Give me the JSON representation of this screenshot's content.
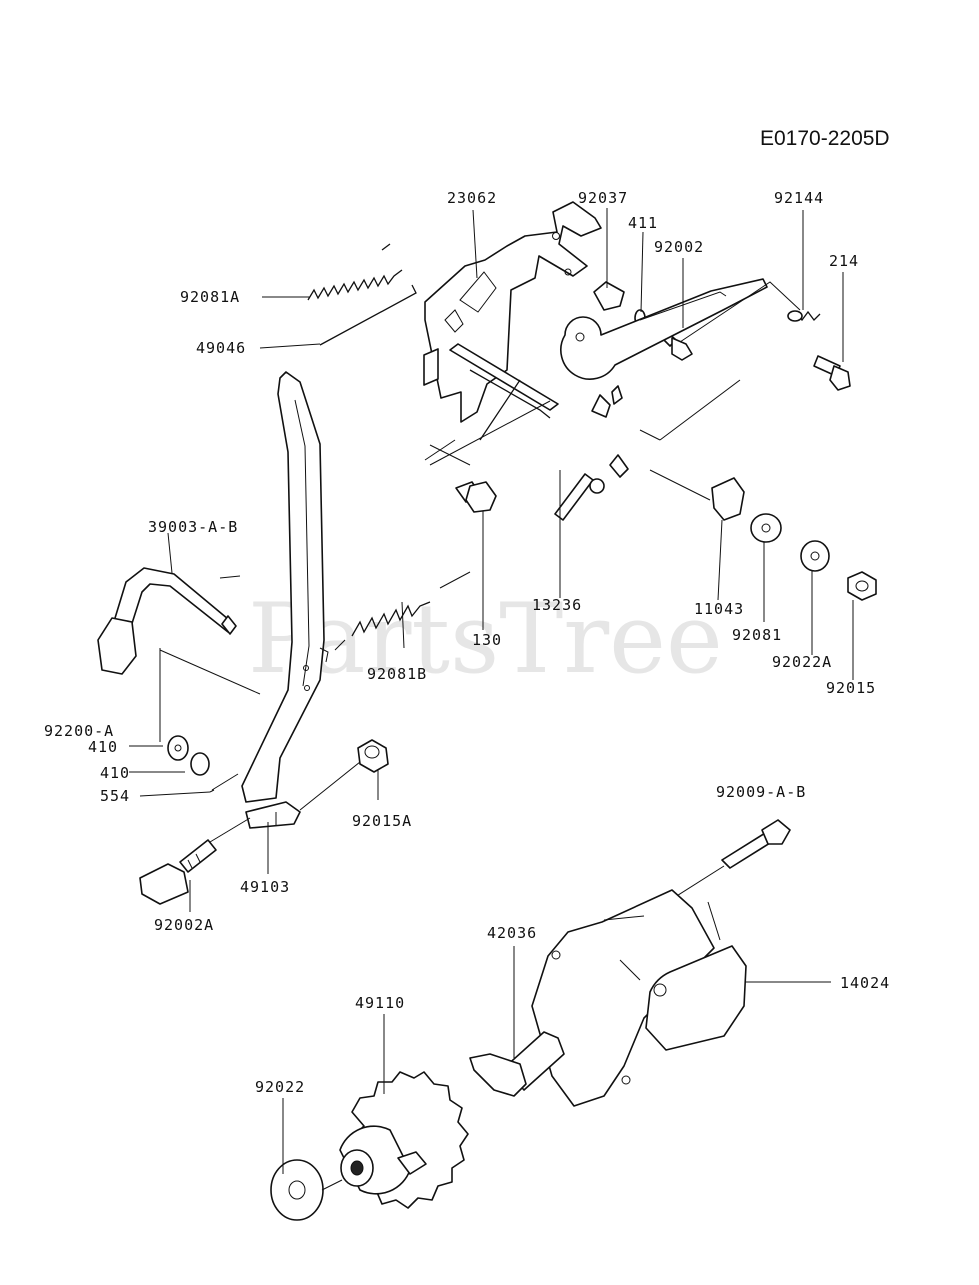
{
  "diagram_code": "E0170-2205D",
  "watermark": "PartsTree",
  "labels": {
    "p23062": "23062",
    "p92037": "92037",
    "p411": "411",
    "p92002": "92002",
    "p92144": "92144",
    "p214": "214",
    "p92081A": "92081A",
    "p49046": "49046",
    "p39003": "39003-A-B",
    "p130": "130",
    "p13236": "13236",
    "p11043": "11043",
    "p92081": "92081",
    "p92022A": "92022A",
    "p92015": "92015",
    "p92081B": "92081B",
    "p92200": "92200-A",
    "p410a": "410",
    "p410b": "410",
    "p554": "554",
    "p92015A": "92015A",
    "p92009": "92009-A-B",
    "p49103": "49103",
    "p92002A": "92002A",
    "p42036": "42036",
    "p14024": "14024",
    "p49110": "49110",
    "p92022": "92022"
  }
}
